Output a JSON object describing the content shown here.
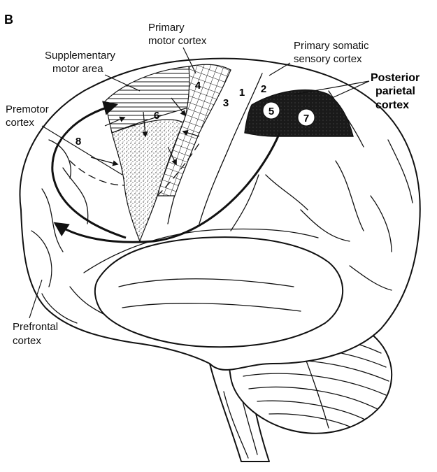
{
  "panel_label": "B",
  "labels": {
    "primary_motor": [
      "Primary",
      "motor cortex"
    ],
    "supplementary_motor": [
      "Supplementary",
      "motor area"
    ],
    "primary_somatic": [
      "Primary somatic",
      "sensory cortex"
    ],
    "posterior_parietal": [
      "Posterior",
      "parietal",
      "cortex"
    ],
    "premotor": [
      "Premotor",
      "cortex"
    ],
    "prefrontal": [
      "Prefrontal",
      "cortex"
    ]
  },
  "areas": {
    "a4": "4",
    "a6": "6",
    "a8": "8",
    "a3": "3",
    "a1": "1",
    "a2": "2",
    "a5": "5",
    "a7": "7"
  },
  "colors": {
    "ink": "#111111",
    "parietal_fill": "#1a1a1a",
    "background": "#ffffff"
  }
}
